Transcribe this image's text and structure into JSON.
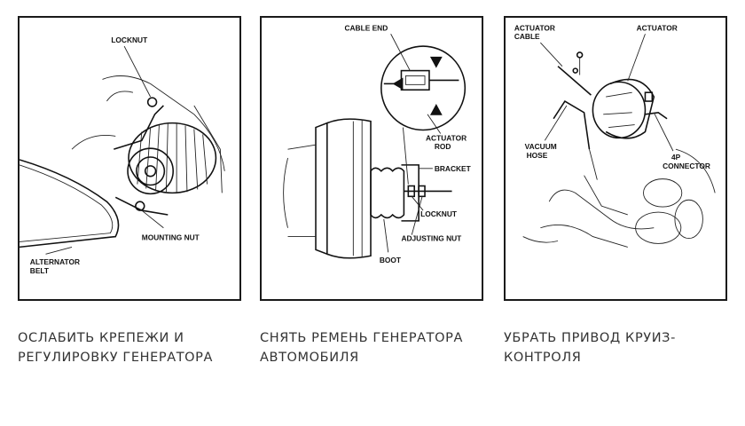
{
  "panels": [
    {
      "labels": {
        "locknut": "LOCKNUT",
        "mounting_nut": "MOUNTING NUT",
        "alternator": "ALTERNATOR",
        "belt": "BELT"
      },
      "caption": "ОСЛАБИТЬ КРЕПЕЖИ И РЕГУЛИРОВКУ ГЕНЕРАТОРА"
    },
    {
      "labels": {
        "cable_end": "CABLE END",
        "actuator": "ACTUATOR",
        "rod": "ROD",
        "bracket": "BRACKET",
        "locknut": "LOCKNUT",
        "adjusting_nut": "ADJUSTING NUT",
        "boot": "BOOT"
      },
      "caption": "СНЯТЬ РЕМЕНЬ ГЕНЕРАТОРА АВТОМОБИЛЯ"
    },
    {
      "labels": {
        "actuator_cable_1": "ACTUATOR",
        "actuator_cable_2": "CABLE",
        "actuator": "ACTUATOR",
        "vacuum": "VACUUM",
        "hose": "HOSE",
        "connector_1": "4P",
        "connector_2": "CONNECTOR"
      },
      "caption": "УБРАТЬ ПРИВОД КРУИЗ-КОНТРОЛЯ"
    }
  ]
}
